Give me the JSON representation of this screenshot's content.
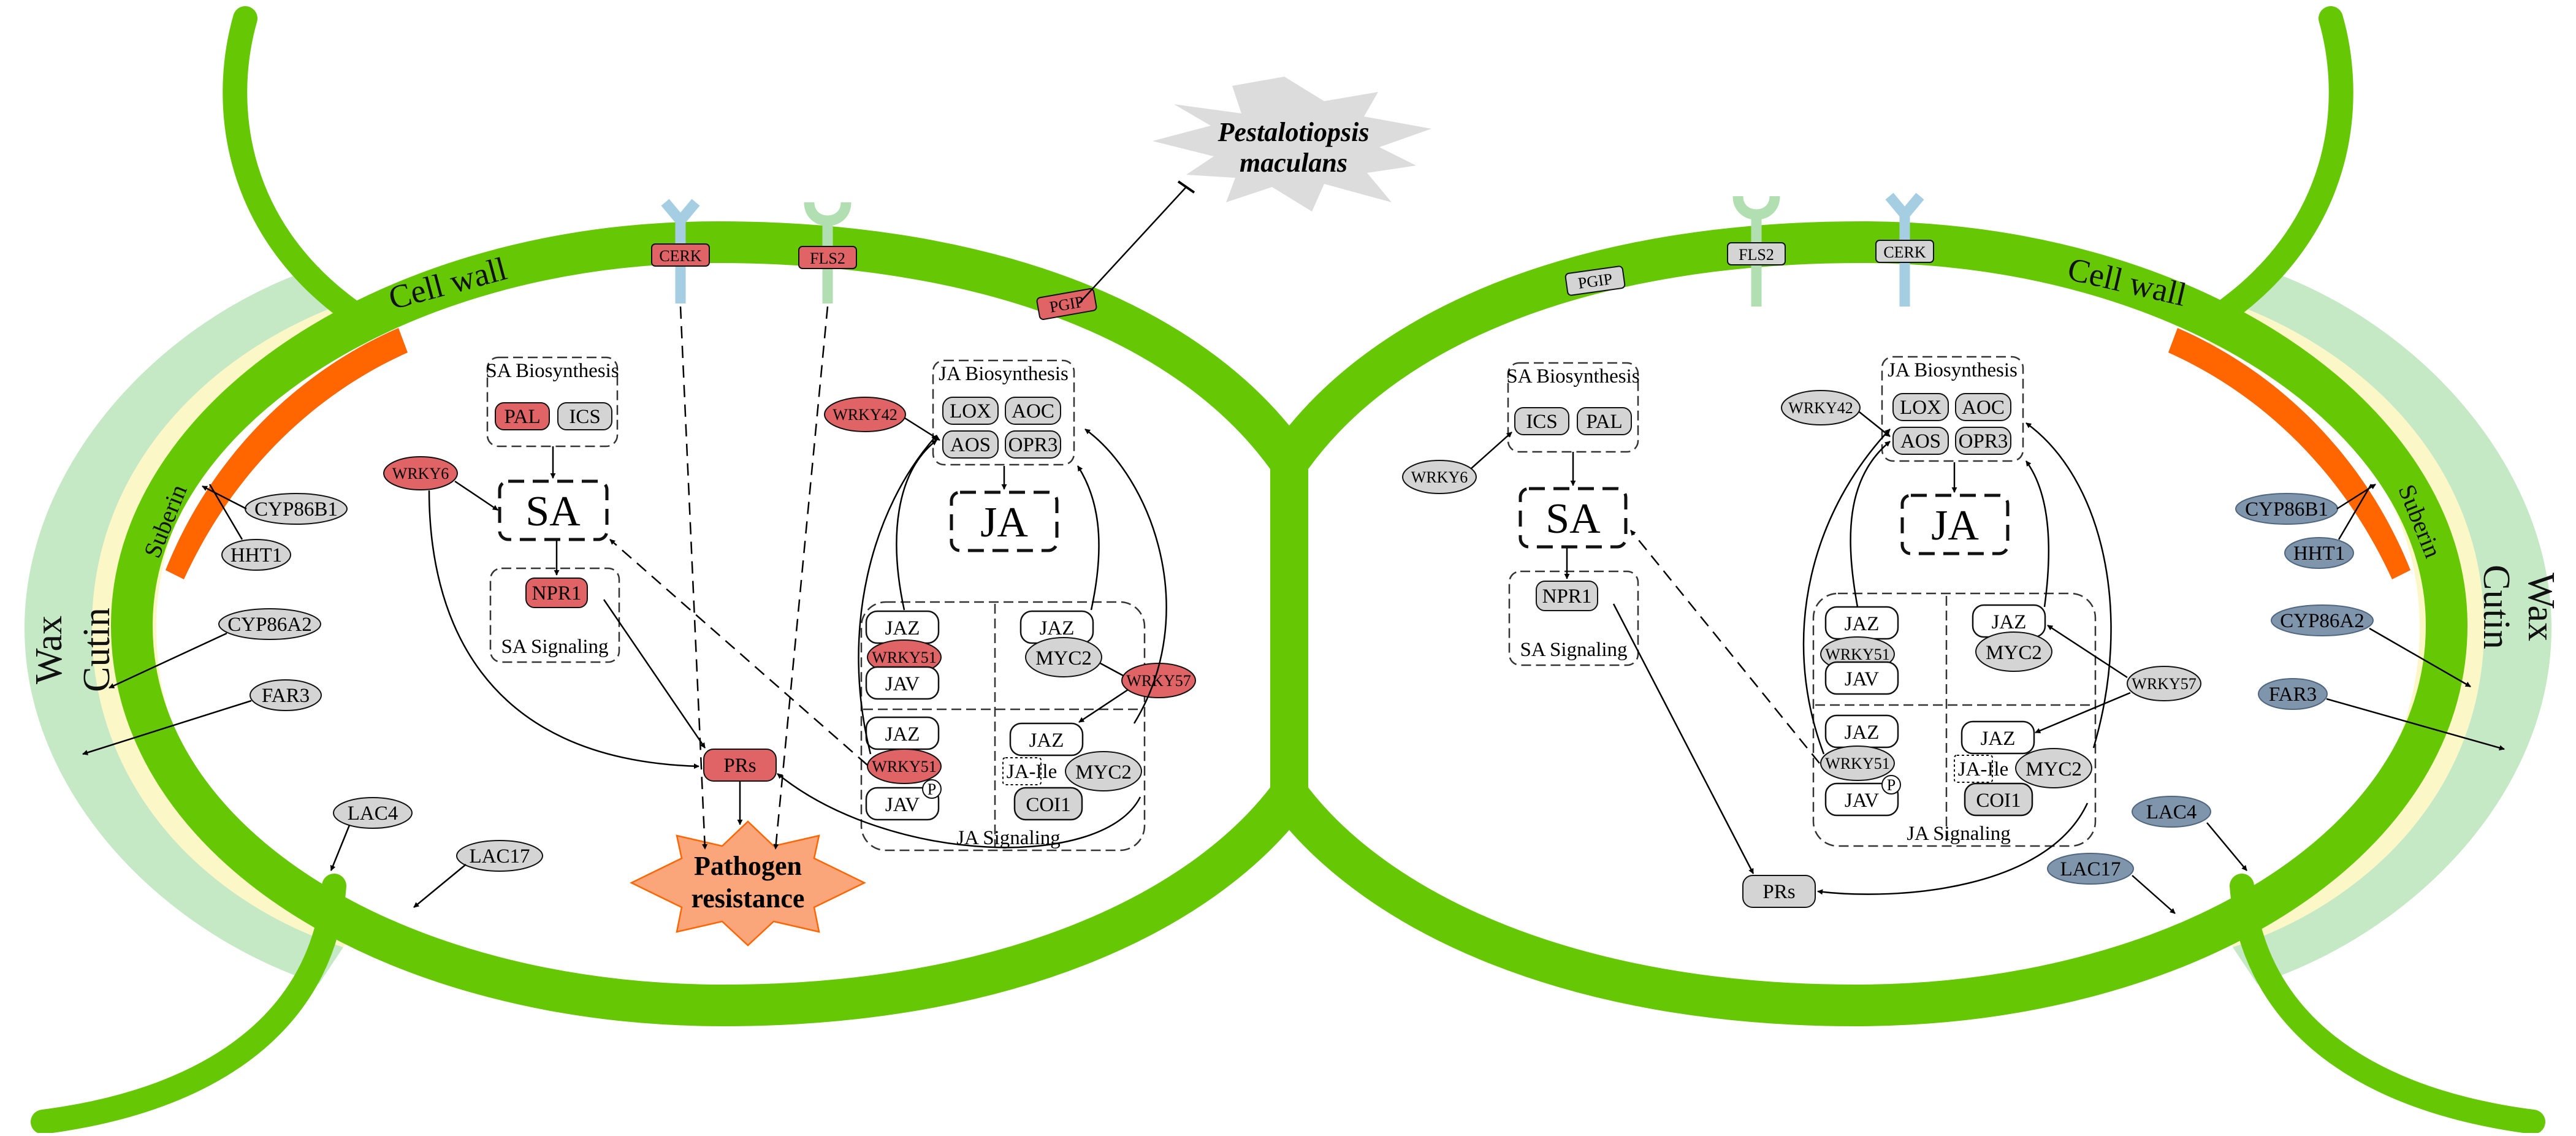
{
  "title": "",
  "colors": {
    "cell_wall": "#66c805",
    "wax": "#c5e8c5",
    "cutin": "#fbf7c6",
    "suberin": "#ff6600",
    "up_red": "#e06466",
    "neutral_gray": "#d4d4d4",
    "down_blue": "#7f95ac",
    "pathogen": "#dcdcdc",
    "resistance": "#fba67a"
  },
  "pathogen": {
    "line1": "Pestalotiopsis",
    "line2": "maculans"
  },
  "left_cell": {
    "cell_wall": "Cell wall",
    "wax": "Wax",
    "cutin": "Cutin",
    "suberin": "Suberin",
    "receptors": {
      "cerk": "CERK",
      "fls2": "FLS2",
      "pgip": "PGIP"
    },
    "sa_biosynthesis": "SA Biosynthesis",
    "pal": "PAL",
    "ics": "ICS",
    "sa": "SA",
    "npr1": "NPR1",
    "sa_signaling": "SA Signaling",
    "wrky6": "WRKY6",
    "ja_biosynthesis": "JA Biosynthesis",
    "lox": "LOX",
    "aoc": "AOC",
    "aos": "AOS",
    "opr3": "OPR3",
    "ja": "JA",
    "wrky42": "WRKY42",
    "jaz1": "JAZ",
    "wrky51a": "WRKY51",
    "jav1": "JAV",
    "jaz2": "JAZ",
    "myc2a": "MYC2",
    "wrky57": "WRKY57",
    "jaz3": "JAZ",
    "wrky51b": "WRKY51",
    "jav2": "JAV",
    "p": "P",
    "jaz4": "JAZ",
    "ja_ile": "JA-Ile",
    "myc2b": "MYC2",
    "coi1": "COI1",
    "ja_signaling": "JA Signaling",
    "prs": "PRs",
    "resistance1": "Pathogen",
    "resistance2": "resistance",
    "cyp86b1": "CYP86B1",
    "hht1": "HHT1",
    "cyp86a2": "CYP86A2",
    "far3": "FAR3",
    "lac4": "LAC4",
    "lac17": "LAC17"
  },
  "right_cell": {
    "cell_wall": "Cell wall",
    "wax": "Wax",
    "cutin": "Cutin",
    "suberin": "Suberin",
    "receptors": {
      "pgip": "PGIP",
      "fls2": "FLS2",
      "cerk": "CERK"
    },
    "sa_biosynthesis": "SA Biosynthesis",
    "ics": "ICS",
    "pal": "PAL",
    "wrky6": "WRKY6",
    "sa": "SA",
    "npr1": "NPR1",
    "sa_signaling": "SA Signaling",
    "ja_biosynthesis": "JA Biosynthesis",
    "wrky42": "WRKY42",
    "lox": "LOX",
    "aoc": "AOC",
    "aos": "AOS",
    "opr3": "OPR3",
    "ja": "JA",
    "jaz1": "JAZ",
    "wrky51a": "WRKY51",
    "jav1": "JAV",
    "jaz2": "JAZ",
    "myc2a": "MYC2",
    "wrky57": "WRKY57",
    "jaz3": "JAZ",
    "wrky51b": "WRKY51",
    "jav2": "JAV",
    "p": "P",
    "jaz4": "JAZ",
    "ja_ile": "JA-Ile",
    "myc2b": "MYC2",
    "coi1": "COI1",
    "ja_signaling": "JA Signaling",
    "prs": "PRs",
    "cyp86b1": "CYP86B1",
    "hht1": "HHT1",
    "cyp86a2": "CYP86A2",
    "far3": "FAR3",
    "lac4": "LAC4",
    "lac17": "LAC17"
  }
}
